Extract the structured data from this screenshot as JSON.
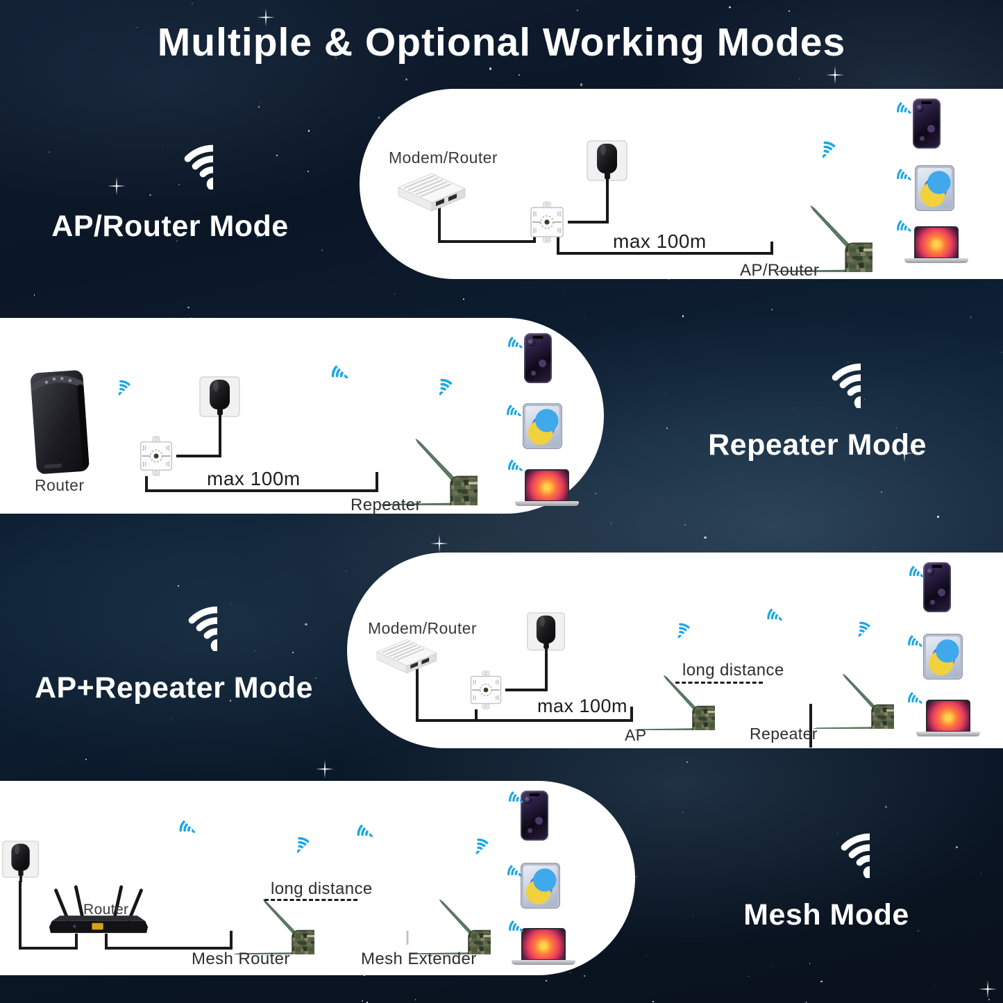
{
  "title": "Multiple & Optional Working Modes",
  "sections": [
    {
      "mode_label": "AP/Router Mode",
      "source_label": "Modem/Router",
      "cable_label": "max 100m",
      "device_label": "AP/Router"
    },
    {
      "mode_label": "Repeater Mode",
      "source_label": "Router",
      "cable_label": "max 100m",
      "device_label": "Repeater"
    },
    {
      "mode_label": "AP+Repeater Mode",
      "source_label": "Modem/Router",
      "cable_label": "max 100m",
      "wireless_label": "long distance",
      "device_label": "AP",
      "device2_label": "Repeater"
    },
    {
      "mode_label": "Mesh Mode",
      "source_label": "Router",
      "wireless_label": "long distance",
      "device_label": "Mesh Router",
      "device2_label": "Mesh Extender"
    }
  ],
  "client_devices": [
    "smartphone",
    "tablet",
    "laptop"
  ],
  "colors": {
    "wifi_blue": "#1ea7e2",
    "panel_bg": "#ffffff",
    "antenna_green": "#5d7c64",
    "label_text": "#3a3a3a",
    "space_navy": "#0b1626"
  }
}
